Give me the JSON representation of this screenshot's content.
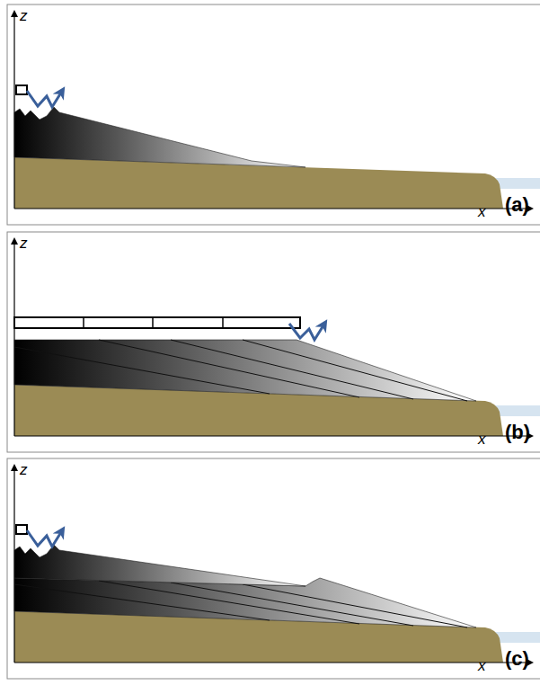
{
  "diagram": {
    "labels": [
      "z",
      "x",
      "(a)",
      "z",
      "x",
      "(b)",
      "z",
      "x",
      "(c)"
    ]
  }
}
